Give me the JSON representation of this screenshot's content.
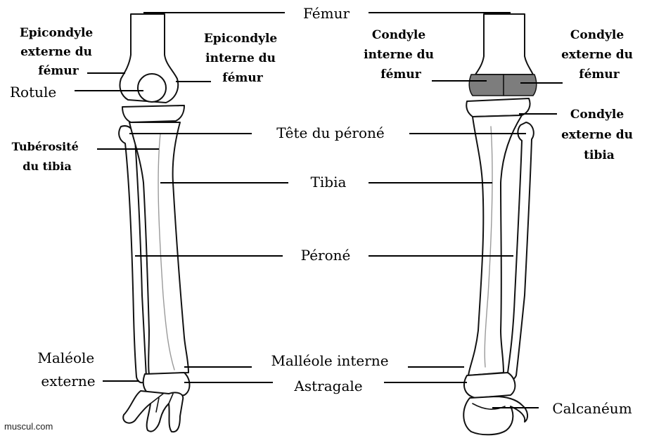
{
  "labels": {
    "femur": "Fémur",
    "epicondyle_externe": [
      "Epicondyle",
      "externe du",
      "fémur"
    ],
    "epicondyle_interne": [
      "Epicondyle",
      "interne du",
      "fémur"
    ],
    "rotule": "Rotule",
    "condyle_interne_femur": [
      "Condyle",
      "interne du",
      "fémur"
    ],
    "condyle_externe_femur": [
      "Condyle",
      "externe du",
      "fémur"
    ],
    "tete_perone": "Tête du péroné",
    "condyle_externe_tibia": [
      "Condyle",
      "externe du",
      "tibia"
    ],
    "tuberosite_tibia": [
      "Tubérosité",
      "du tibia"
    ],
    "tibia": "Tibia",
    "perone": "Péroné",
    "maleole_externe": [
      "Maléole",
      "externe"
    ],
    "malleole_interne": "Malléole interne",
    "astragale": "Astragale",
    "calcaneum": "Calcanéum"
  },
  "credit": "muscul.com",
  "colors": {
    "line": "#000000",
    "bone_fill": "#ffffff",
    "cartilage": "#7d7d7d"
  }
}
